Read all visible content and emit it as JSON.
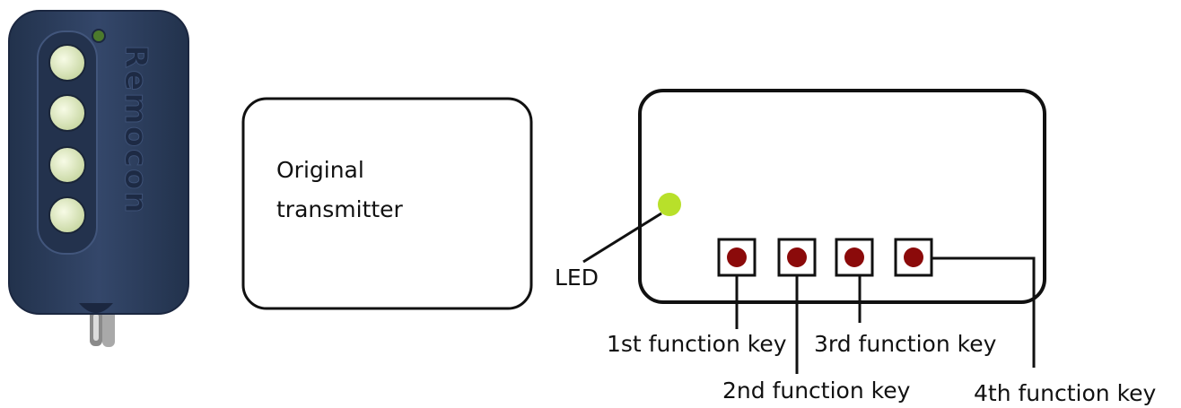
{
  "photo": {
    "brand_text": "Remocon",
    "button_color": "#e8f2c8",
    "body_color": "#2e3f5e",
    "led_color": "#4c7a2c"
  },
  "original_box": {
    "line1": "Original",
    "line2": "transmitter"
  },
  "diagram": {
    "led_label": "LED",
    "led_color": "#b8e02a",
    "key_color": "#8b0a0a",
    "keys": [
      {
        "label": "1st function key"
      },
      {
        "label": "2nd function key"
      },
      {
        "label": "3rd function key"
      },
      {
        "label": "4th function key"
      }
    ]
  }
}
